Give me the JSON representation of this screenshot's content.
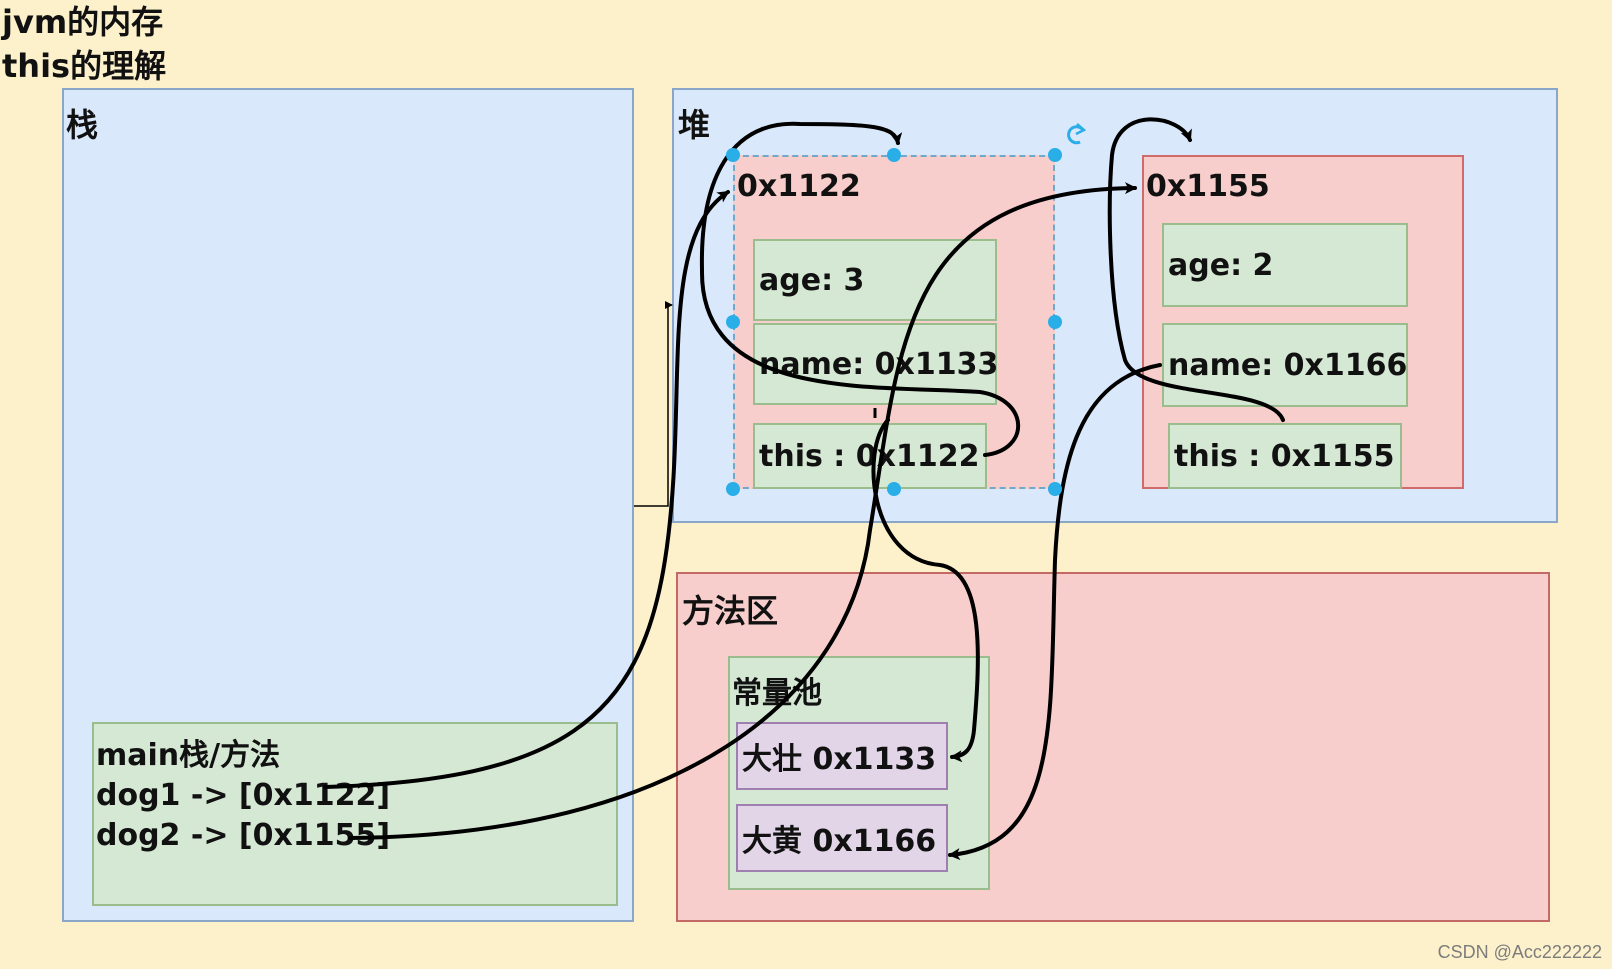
{
  "titles": [
    "jvm的内存",
    "this的理解"
  ],
  "stack": {
    "label": "栈",
    "main_frame": {
      "label": "main栈/方法",
      "lines": [
        "dog1 -> [0x1122]",
        "dog2 -> [0x1155]"
      ]
    }
  },
  "heap": {
    "label": "堆",
    "objects": [
      {
        "address": "0x1122",
        "fields": [
          "age: 3",
          "name: 0x1133",
          "this : 0x1122"
        ]
      },
      {
        "address": "0x1155",
        "fields": [
          "age: 2",
          "name: 0x1166",
          "this : 0x1155"
        ]
      }
    ]
  },
  "method_area": {
    "label": "方法区",
    "constant_pool": {
      "label": "常量池",
      "items": [
        "大壮 0x1133",
        "大黄 0x1166"
      ]
    }
  },
  "watermark": "CSDN @Acc222222",
  "colors": {
    "background": "#fdf1cc",
    "blue_fill": "#dae8fc",
    "red_fill": "#f8cecc",
    "green_fill": "#d5e8d4",
    "purple_fill": "#e1d5e7",
    "selection_handle": "#29aee8"
  }
}
